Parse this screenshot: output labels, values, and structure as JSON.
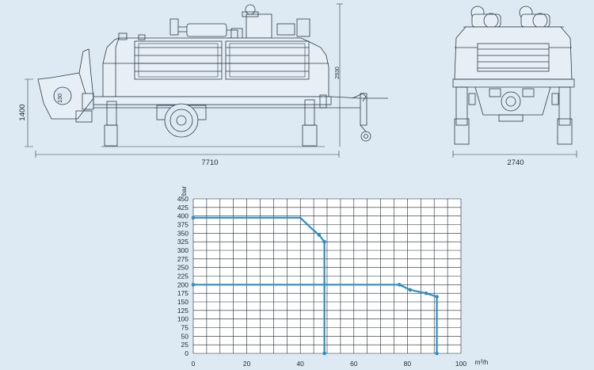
{
  "drawing": {
    "side_view": {
      "length_label": "7710",
      "height_label": "1400",
      "total_height_label": "2930",
      "small_label": "130"
    },
    "front_view": {
      "width_label": "2740"
    }
  },
  "chart_data": {
    "type": "line",
    "title": "",
    "xlabel": "m³/h",
    "ylabel": "bar",
    "xlim": [
      0,
      100
    ],
    "ylim": [
      0,
      450
    ],
    "x_ticks": [
      "0",
      "20",
      "40",
      "60",
      "80",
      "100"
    ],
    "y_ticks": [
      "0",
      "25",
      "50",
      "75",
      "100",
      "125",
      "150",
      "175",
      "200",
      "225",
      "250",
      "275",
      "300",
      "325",
      "350",
      "375",
      "400",
      "425",
      "450"
    ],
    "grid": true,
    "color": "#2a8fc6",
    "series": [
      {
        "x": [
          0,
          40,
          44,
          47,
          49,
          49
        ],
        "y": [
          395,
          395,
          365,
          345,
          325,
          0
        ]
      },
      {
        "x": [
          0,
          77,
          81,
          87,
          91,
          91
        ],
        "y": [
          200,
          200,
          185,
          175,
          165,
          0
        ]
      }
    ],
    "markers": [
      {
        "x": 0,
        "y": 395
      },
      {
        "x": 47,
        "y": 345
      },
      {
        "x": 49,
        "y": 325
      },
      {
        "x": 49,
        "y": 0
      },
      {
        "x": 0,
        "y": 200
      },
      {
        "x": 77,
        "y": 200
      },
      {
        "x": 81,
        "y": 185
      },
      {
        "x": 87,
        "y": 175
      },
      {
        "x": 91,
        "y": 165
      },
      {
        "x": 91,
        "y": 0
      }
    ]
  }
}
